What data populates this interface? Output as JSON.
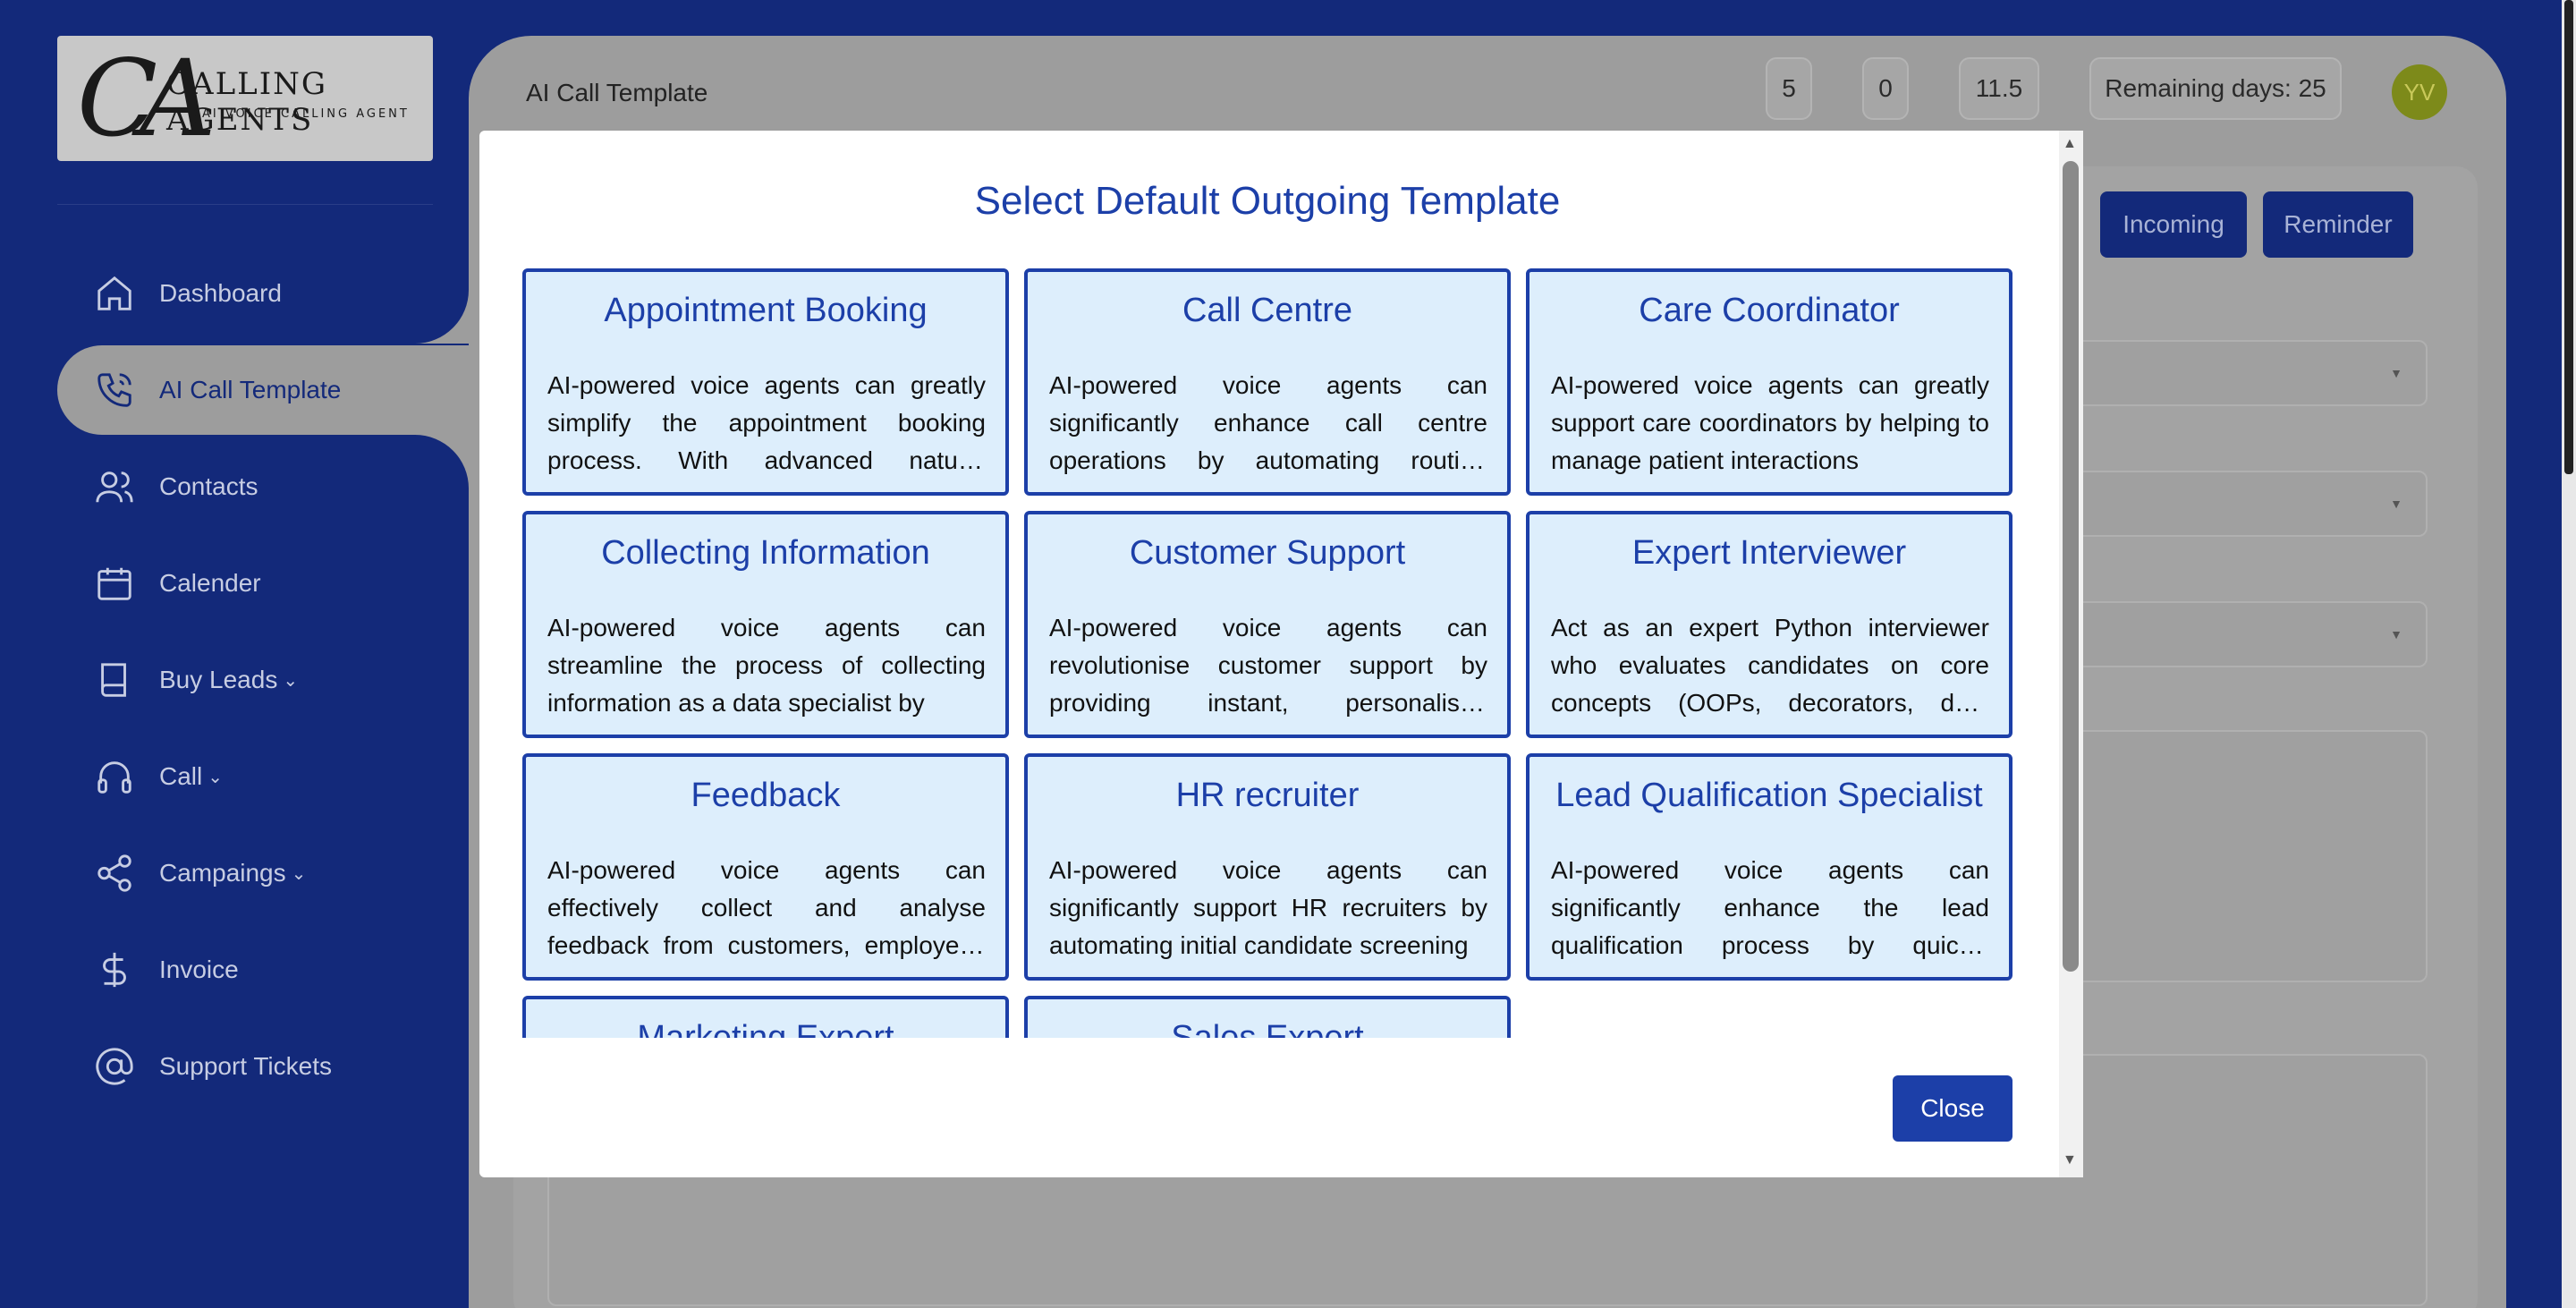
{
  "logo": {
    "monogram": "CA",
    "title": "CALLING AGENTS",
    "subtitle": "AI VOICE CALLING AGENT"
  },
  "sidebar": {
    "items": [
      {
        "label": "Dashboard",
        "icon": "home-icon"
      },
      {
        "label": "AI Call Template",
        "icon": "phone-icon",
        "active": true
      },
      {
        "label": "Contacts",
        "icon": "users-icon"
      },
      {
        "label": "Calender",
        "icon": "calendar-icon"
      },
      {
        "label": "Buy Leads",
        "icon": "book-icon",
        "dropdown": true
      },
      {
        "label": "Call",
        "icon": "headphones-icon",
        "dropdown": true
      },
      {
        "label": "Campaings",
        "icon": "share-icon",
        "dropdown": true
      },
      {
        "label": "Invoice",
        "icon": "dollar-icon"
      },
      {
        "label": "Support Tickets",
        "icon": "at-icon"
      }
    ]
  },
  "header": {
    "title": "AI Call Template",
    "stats": [
      "5",
      "0",
      "11.5"
    ],
    "remaining": "Remaining days: 25",
    "avatar": "YV"
  },
  "tabs": {
    "incoming": "Incoming",
    "reminder": "Reminder"
  },
  "modal": {
    "title": "Select Default Outgoing Template",
    "close_label": "Close",
    "templates": [
      {
        "title": "Appointment Booking",
        "desc": "AI-powered voice agents can greatly simplify the appointment booking process. With advanced natural language understanding"
      },
      {
        "title": "Call Centre",
        "desc": "AI-powered voice agents can significantly enhance call centre operations by automating routine inquiries"
      },
      {
        "title": "Care Coordinator",
        "desc": "AI-powered voice agents can greatly support care coordinators by helping to manage patient interactions"
      },
      {
        "title": "Collecting Information",
        "desc": "AI-powered voice agents can streamline the process of collecting information as a data specialist by"
      },
      {
        "title": "Customer Support",
        "desc": "AI-powered voice agents can revolutionise customer support by providing instant, personalised responses"
      },
      {
        "title": "Expert Interviewer",
        "desc": "Act as an expert Python interviewer who evaluates candidates on core concepts (OOPs, decorators, data structures"
      },
      {
        "title": "Feedback",
        "desc": "AI-powered voice agents can effectively collect and analyse feedback from customers, employees and partners"
      },
      {
        "title": "HR recruiter",
        "desc": "AI-powered voice agents can significantly support HR recruiters by automating initial candidate screening"
      },
      {
        "title": "Lead Qualification Specialist",
        "desc": "AI-powered voice agents can significantly enhance the lead qualification process by quickly assessing"
      },
      {
        "title": "Marketing Expert",
        "desc": ""
      },
      {
        "title": "Sales Expert",
        "desc": ""
      }
    ]
  },
  "colors": {
    "brand": "#13297a",
    "accent": "#1c3fa8",
    "card_bg": "#ddeefc",
    "avatar": "#7d8a1a"
  }
}
